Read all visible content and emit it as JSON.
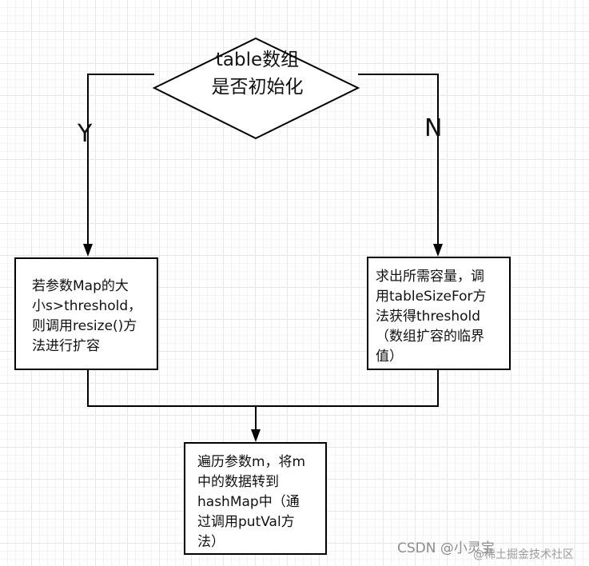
{
  "decision": {
    "text": "table数组\n是否初始化"
  },
  "branches": {
    "yes": "Y",
    "no": "N"
  },
  "boxes": {
    "left": "若参数Map的大\n小s>threshold，\n则调用resize()方\n法进行扩容",
    "right": "求出所需容量，调\n用tableSizeFor方\n法获得threshold\n（数组扩容的临界\n值）",
    "bottom": "遍历参数m，将m\n中的数据转到\nhashMap中（通\n过调用putVal方\n法）"
  },
  "watermark": {
    "text": "CSDN @小灵宝",
    "overlay": "@稀土掘金技术社区"
  }
}
